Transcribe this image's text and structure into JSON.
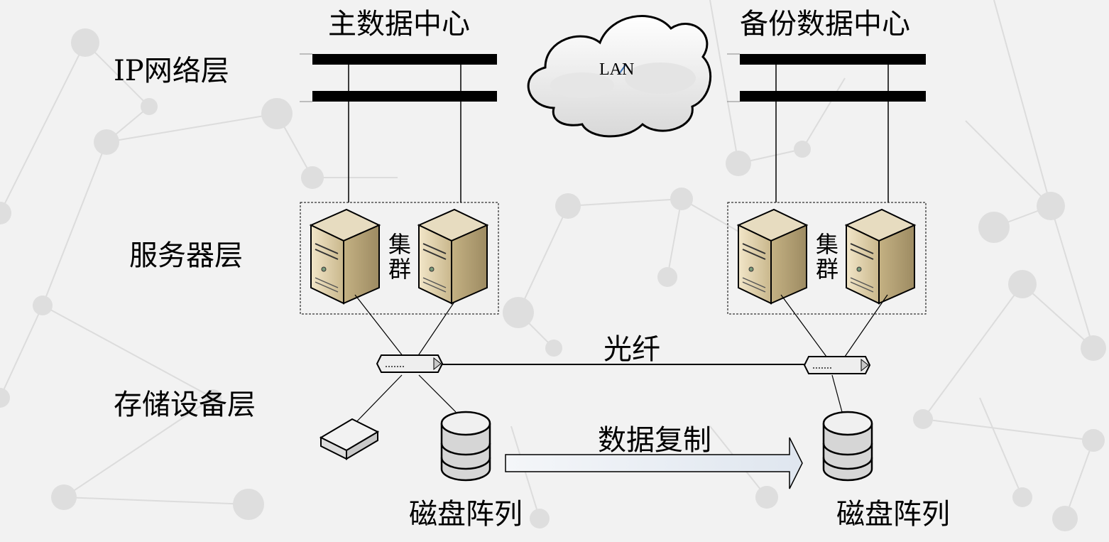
{
  "datacenters": {
    "primary_title": "主数据中心",
    "backup_title": "备份数据中心"
  },
  "layers": {
    "ip": "IP网络层",
    "server": "服务器层",
    "storage": "存储设备层"
  },
  "network": {
    "cloud_label": "LAN"
  },
  "servers": {
    "cluster_label": "集群"
  },
  "links": {
    "fiber_label": "光纤"
  },
  "replication": {
    "label": "数据复制"
  },
  "storage": {
    "disk_array_label": "磁盘阵列"
  }
}
